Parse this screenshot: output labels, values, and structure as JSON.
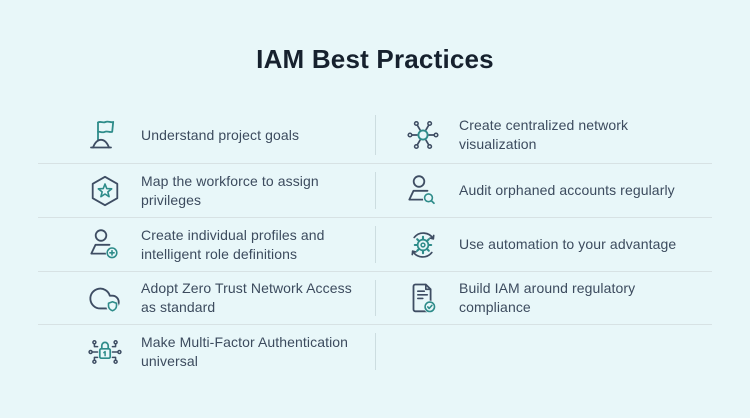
{
  "title": "IAM Best Practices",
  "colors": {
    "background": "#e8f7f9",
    "icon_navy": "#3e4d63",
    "accent_teal": "#2e8c8a",
    "divider_horizontal": "#d7e2e4",
    "divider_vertical": "#ccdde0",
    "title_text": "#16212e",
    "body_text": "#3c4b5e"
  },
  "rows": [
    {
      "left": {
        "icon": "flag-icon",
        "label": "Understand project goals"
      },
      "right": {
        "icon": "network-hub-icon",
        "label": "Create centralized network\nvisualization"
      }
    },
    {
      "left": {
        "icon": "hexagon-star-icon",
        "label": "Map the workforce to assign\nprivileges"
      },
      "right": {
        "icon": "user-search-icon",
        "label": "Audit orphaned accounts regularly"
      }
    },
    {
      "left": {
        "icon": "user-add-icon",
        "label": "Create individual profiles and\nintelligent role definitions"
      },
      "right": {
        "icon": "automation-gear-icon",
        "label": "Use automation to your advantage"
      }
    },
    {
      "left": {
        "icon": "cloud-shield-icon",
        "label": "Adopt Zero Trust Network Access\nas standard"
      },
      "right": {
        "icon": "doc-check-icon",
        "label": "Build IAM around regulatory\ncompliance"
      }
    },
    {
      "left": {
        "icon": "mfa-lock-icon",
        "label": "Make Multi-Factor Authentication\nuniversal"
      },
      "right": null
    }
  ]
}
